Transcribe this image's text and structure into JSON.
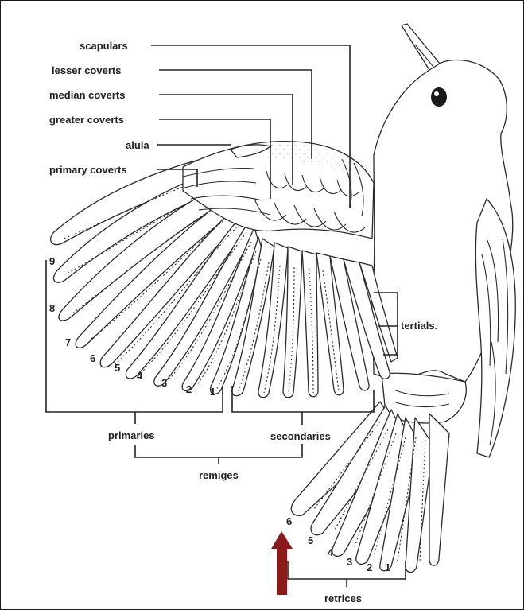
{
  "labels": {
    "scapulars": "scapulars",
    "lesser_coverts": "lesser coverts",
    "median_coverts": "median coverts",
    "greater_coverts": "greater coverts",
    "alula": "alula",
    "primary_coverts": "primary coverts",
    "tertials": "tertials.",
    "primaries": "primaries",
    "secondaries": "secondaries",
    "remiges": "remiges",
    "retrices": "retrices"
  },
  "primary_numbers": [
    "9",
    "8",
    "7",
    "6",
    "5",
    "4",
    "3",
    "2",
    "1"
  ],
  "tail_numbers": [
    "6",
    "5",
    "4",
    "3",
    "2",
    "1"
  ],
  "arrow": {
    "color": "#8b1a1a",
    "target": "6"
  }
}
